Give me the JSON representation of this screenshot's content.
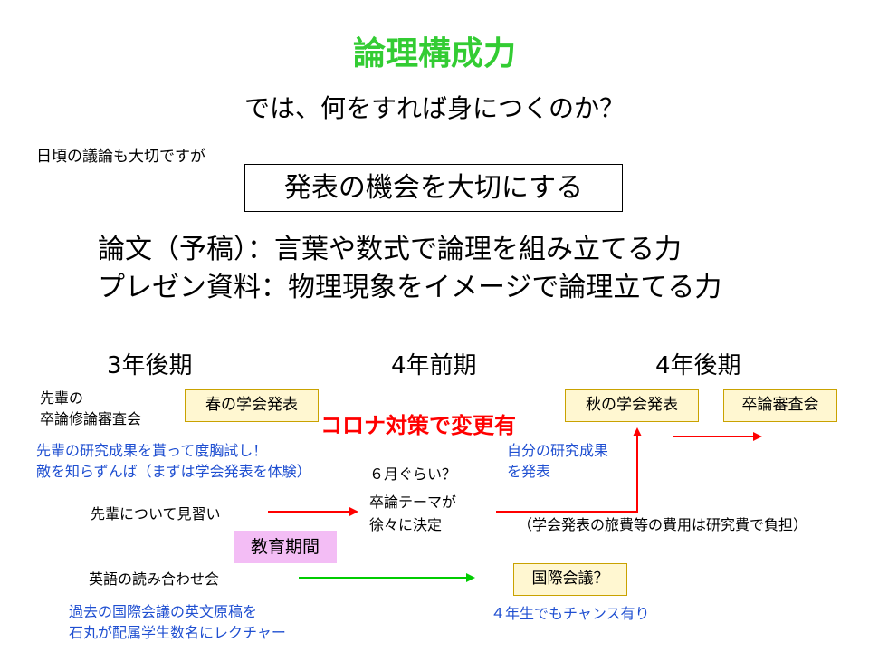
{
  "title": "論理構成力",
  "subtitle": "では、何をすれば身につくのか？",
  "note_top": "日頃の議論も大切ですが",
  "main_box": "発表の機会を大切にする",
  "paper_line": "論文（予稿）：言葉や数式で論理を組み立てる力",
  "presentation_line": "プレゼン資料：物理現象をイメージで論理立てる力",
  "periods": [
    "3年後期",
    "4年前期",
    "4年後期"
  ],
  "senior_review": [
    "先輩の",
    "卒論修論審査会"
  ],
  "spring_conf": "春の学会発表",
  "corona": "コロナ対策で変更有",
  "autumn_conf": "秋の学会発表",
  "thesis_review": "卒論審査会",
  "blue_note1": [
    "先輩の研究成果を貰って度胸試し！",
    "敵を知らずんば（まずは学会発表を体験）"
  ],
  "june": "６月ぐらい？",
  "blue_note2": [
    "自分の研究成果",
    "を発表"
  ],
  "learn": "先輩について見習い",
  "thesis_theme": [
    "卒論テーマが",
    "徐々に決定"
  ],
  "cost": "（学会発表の旅費等の費用は研究費で負担）",
  "education": "教育期間",
  "english": "英語の読み合わせ会",
  "intl_conf": "国際会議？",
  "blue_note3": [
    "過去の国際会議の英文原稿を",
    "石丸が配属学生数名にレクチャー"
  ],
  "blue_note4": "４年生でもチャンス有り",
  "colors": {
    "title": "#33cc33",
    "blue": "#1f4fd1",
    "red": "#ff0000",
    "green": "#00cc00",
    "event_border": "#c9a200",
    "event_fill": "#fff7d1",
    "education_fill": "#f3bdf5"
  }
}
